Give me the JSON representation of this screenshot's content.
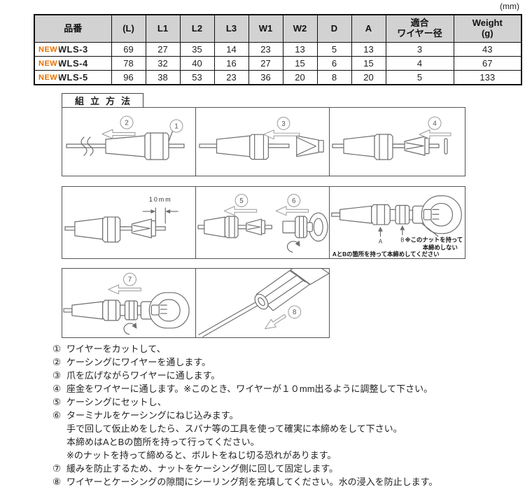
{
  "unit_label": "(mm)",
  "table": {
    "headers": [
      "品番",
      "(L)",
      "L1",
      "L2",
      "L3",
      "W1",
      "W2",
      "D",
      "A",
      "適合\nワイヤー径",
      "Weight\n(g)"
    ],
    "rows": [
      {
        "badge": "NEW",
        "name": "WLS-3",
        "values": [
          "69",
          "27",
          "35",
          "14",
          "23",
          "13",
          "5",
          "13",
          "3",
          "43"
        ]
      },
      {
        "badge": "NEW",
        "name": "WLS-4",
        "values": [
          "78",
          "32",
          "40",
          "16",
          "27",
          "15",
          "6",
          "15",
          "4",
          "67"
        ]
      },
      {
        "badge": "NEW",
        "name": "WLS-5",
        "values": [
          "96",
          "38",
          "53",
          "23",
          "36",
          "20",
          "8",
          "20",
          "5",
          "133"
        ]
      }
    ]
  },
  "assembly": {
    "title": "組立方法",
    "step_numbers": [
      "1",
      "2",
      "3",
      "4",
      "5",
      "6",
      "7",
      "8"
    ],
    "dim_label": "10mm",
    "label_a": "A",
    "label_b": "B",
    "note_nut_1": "※このナットを持って",
    "note_nut_2": "本締めしない",
    "note_ab": "AとBの箇所を持って本締めしてください"
  },
  "colors": {
    "table_header_bg": "#d2d2d2",
    "new_badge": "#e87200",
    "line_art": "#6e6e6e"
  },
  "instructions": {
    "items": [
      {
        "marker": "①",
        "text": "ワイヤーをカットして、"
      },
      {
        "marker": "②",
        "text": "ケーシングにワイヤーを通します。"
      },
      {
        "marker": "③",
        "text": "爪を広げながらワイヤーに通します。"
      },
      {
        "marker": "④",
        "text": "座金をワイヤーに通します。※このとき、ワイヤーが１０mm出るように調整して下さい。"
      },
      {
        "marker": "⑤",
        "text": "ケーシングにセットし、"
      },
      {
        "marker": "⑥",
        "text": "ターミナルをケーシングにねじ込みます。"
      },
      {
        "marker": "",
        "text": "手で回して仮止めをしたら、スパナ等の工具を使って確実に本締めをして下さい。"
      },
      {
        "marker": "",
        "text": "本締めはAとBの箇所を持って行ってください。"
      },
      {
        "marker": "",
        "text": "※のナットを持って締めると、ボルトをねじ切る恐れがあります。"
      },
      {
        "marker": "⑦",
        "text": "緩みを防止するため、ナットをケーシング側に回して固定します。"
      },
      {
        "marker": "⑧",
        "text": "ワイヤーとケーシングの隙間にシーリング剤を充填してください。水の浸入を防止します。"
      }
    ]
  }
}
